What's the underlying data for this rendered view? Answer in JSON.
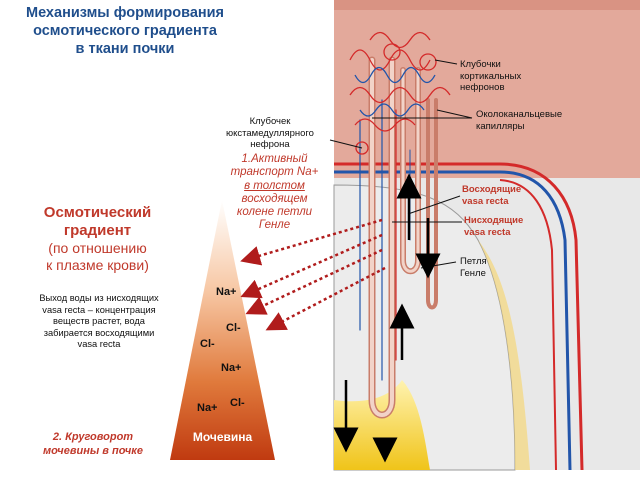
{
  "title_lines": [
    "Механизмы формирования",
    "осмотического градиента",
    "в ткани почки"
  ],
  "gradient": {
    "title_lines": [
      "Осмотический",
      "градиент"
    ],
    "subtitle_lines": [
      "(по отношению",
      "к плазме крови)"
    ],
    "ions": [
      "Na+",
      "Cl-",
      "Cl-",
      "Na+",
      "Cl-",
      "Na+"
    ],
    "urea": "Мочевина"
  },
  "water_note_lines": [
    "Выход воды из нисходящих",
    "vasa recta – концентрация",
    "веществ растет, вода",
    "забирается восходящими",
    "vasa recta"
  ],
  "urea_cycle_lines": [
    "2. Круговорот",
    "мочевины в почке"
  ],
  "labels": {
    "cortical_glomeruli_lines": [
      "Клубочки",
      "кортикальных",
      "нефронов"
    ],
    "peritubular_capillaries_lines": [
      "Околоканальцевые",
      "капилляры"
    ],
    "juxtamedullary_lines": [
      "Клубочек",
      "юкстамедуллярного",
      "нефрона"
    ],
    "active_transport_lines": [
      "1.Активный",
      "транспорт Na+",
      "в толстом",
      "восходящем",
      "колене петли",
      "Генле"
    ],
    "ascending_vasa_recta_lines": [
      "Восходящие",
      "vasa recta"
    ],
    "descending_vasa_recta_lines": [
      "Нисходящие",
      "vasa recta"
    ],
    "henle_loop_lines": [
      "Петля",
      "Генле"
    ]
  },
  "colors": {
    "title": "#1f4e8c",
    "accent_red": "#c0392b",
    "cortex": "#e3a99b",
    "medulla": "#e6e6e6",
    "vein_blue": "#2255aa",
    "artery_red": "#d42a2a",
    "yellow": "#f0c419"
  }
}
